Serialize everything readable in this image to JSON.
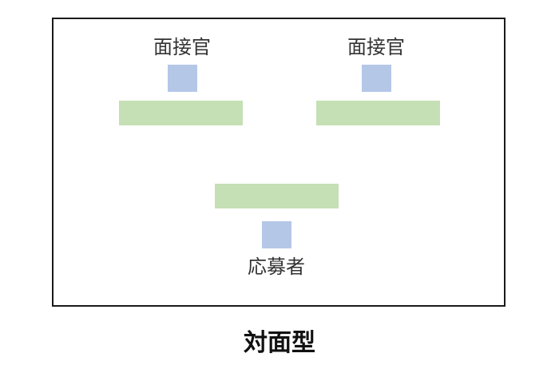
{
  "diagram": {
    "title": "対面型",
    "colors": {
      "person": "#b4c7e7",
      "desk": "#c5e0b4",
      "border": "#1a1a1a",
      "text": "#333333"
    },
    "interviewers": [
      {
        "label": "面接官"
      },
      {
        "label": "面接官"
      }
    ],
    "applicant": {
      "label": "応募者"
    }
  }
}
